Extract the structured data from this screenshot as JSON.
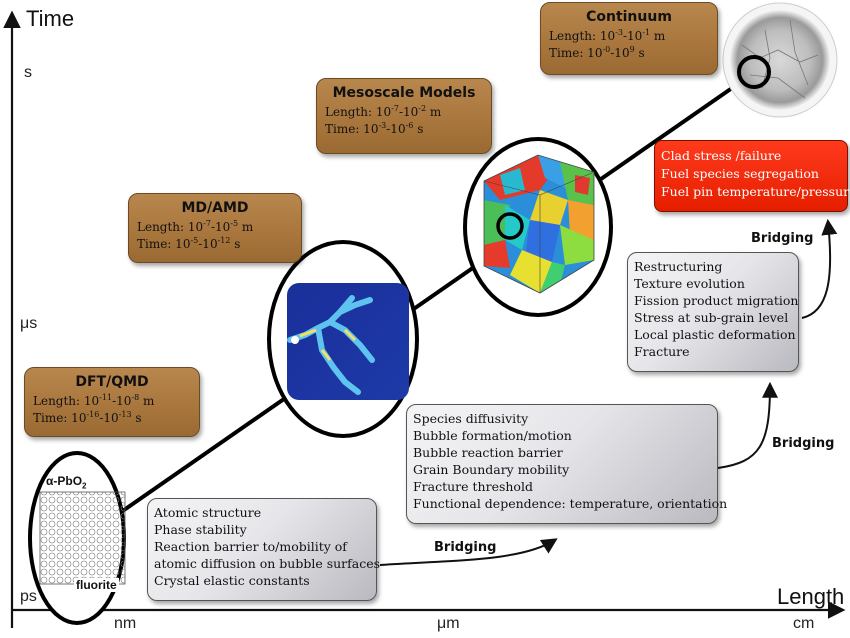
{
  "axes": {
    "y_title": "Time",
    "x_title": "Length",
    "y_ticks": [
      "s",
      "μs",
      "ps"
    ],
    "x_ticks": [
      "nm",
      "μm",
      "cm"
    ]
  },
  "scales": {
    "continuum": {
      "title": "Continuum",
      "length_prefix": "Length: 10",
      "length_exp1": "-3",
      "length_mid": "-10",
      "length_exp2": "-1",
      "length_unit": " m",
      "time_prefix": "Time:  10",
      "time_exp1": "-0",
      "time_mid": "-10",
      "time_exp2": "9",
      "time_unit": " s"
    },
    "mesoscale": {
      "title": "Mesoscale Models",
      "length_prefix": "Length: 10",
      "length_exp1": "-7",
      "length_mid": "-10",
      "length_exp2": "-2",
      "length_unit": " m",
      "time_prefix": "Time:    10",
      "time_exp1": "-3",
      "time_mid": "-10",
      "time_exp2": "-6",
      "time_unit": " s"
    },
    "md": {
      "title": "MD/AMD",
      "length_prefix": "Length: 10",
      "length_exp1": "-7",
      "length_mid": "-10",
      "length_exp2": "-5",
      "length_unit": " m",
      "time_prefix": "Time:  10",
      "time_exp1": "-5",
      "time_mid": "-10",
      "time_exp2": "-12",
      "time_unit": " s"
    },
    "dft": {
      "title": "DFT/QMD",
      "length_prefix": "Length: 10",
      "length_exp1": "-11",
      "length_mid": "-10",
      "length_exp2": "-8",
      "length_unit": " m",
      "time_prefix": "Time:   10",
      "time_exp1": "-16",
      "time_mid": "-10",
      "time_exp2": "-13",
      "time_unit": " s"
    }
  },
  "properties": {
    "atomic": [
      "Atomic structure",
      "Phase stability",
      "Reaction barrier to/mobility of",
      "atomic diffusion on bubble surfaces",
      "Crystal elastic constants"
    ],
    "meso_lower": [
      "Species diffusivity",
      "Bubble formation/motion",
      "Bubble reaction barrier",
      "Grain Boundary mobility",
      "Fracture threshold",
      "Functional dependence: temperature, orientation"
    ],
    "meso_upper": [
      "Restructuring",
      "Texture evolution",
      "Fission product migration",
      "Stress at sub-grain level",
      "Local plastic deformation",
      "Fracture"
    ],
    "continuum": [
      "Clad stress /failure",
      "Fuel species segregation",
      "Fuel pin temperature/pressure"
    ]
  },
  "bridging": [
    "Bridging",
    "Bridging",
    "Bridging"
  ],
  "crystal": {
    "top_label": "α-PbO",
    "top_sub": "2",
    "bottom_label": "fluorite"
  },
  "colors": {
    "scale_box": "#a8763c",
    "red_box": "#e61e00",
    "line": "#000000"
  }
}
